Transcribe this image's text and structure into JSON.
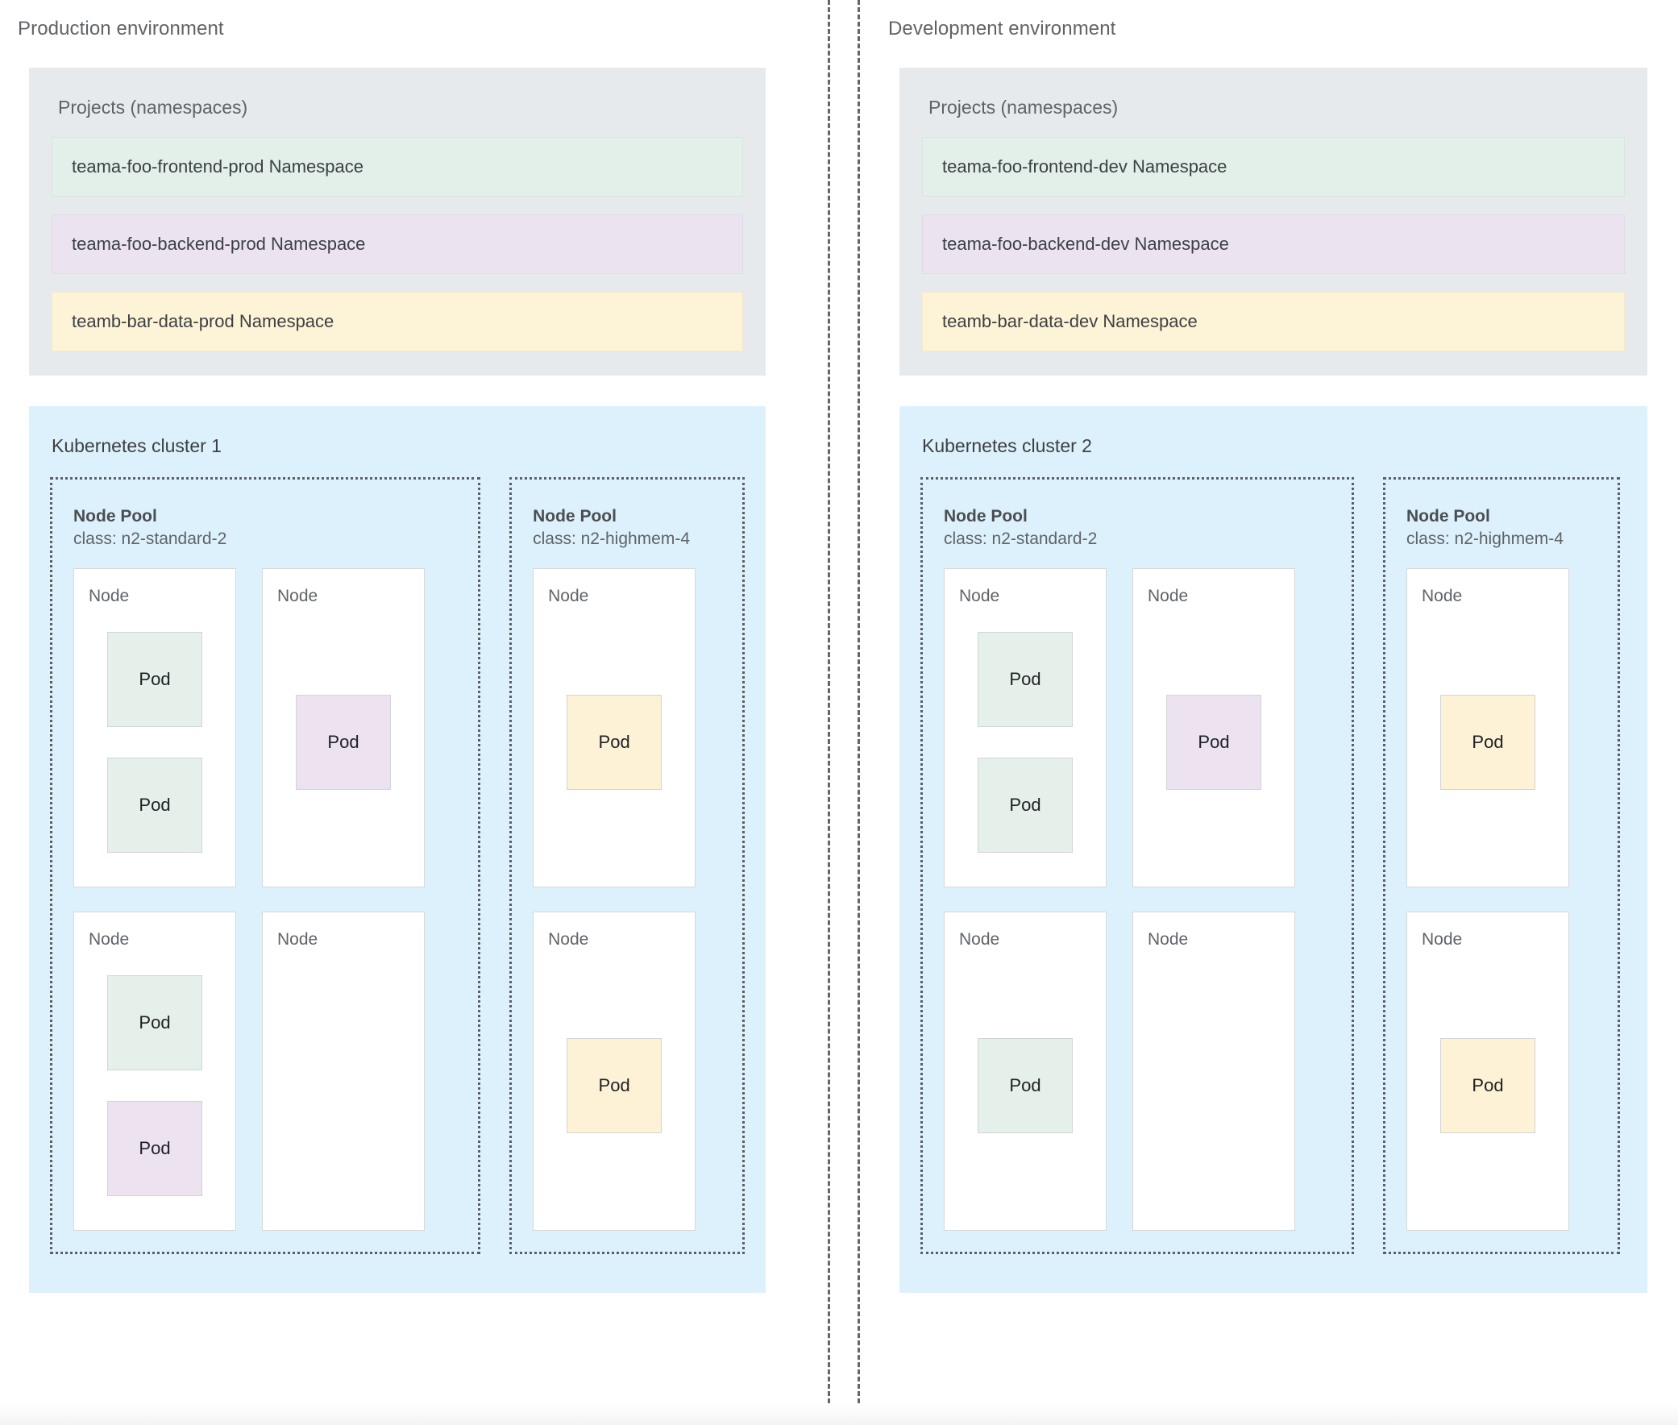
{
  "colors": {
    "cluster_bg": "#ddf1fc",
    "projects_bg": "#e6eaec",
    "namespace_green": "#e3efe9",
    "namespace_purple": "#ece3f1",
    "namespace_yellow": "#fdf3d7",
    "pod_green": "#e4f0e9",
    "pod_purple": "#ece2f0",
    "pod_yellow": "#fdf2d5",
    "divider": "#5a5f63",
    "text": "#5f6368"
  },
  "labels": {
    "node": "Node",
    "pod": "Pod",
    "pool_name": "Node Pool"
  },
  "environments": [
    {
      "id": "production",
      "title": "Production environment",
      "projects": {
        "title": "Projects (namespaces)",
        "namespaces": [
          {
            "label": "teama-foo-frontend-prod Namespace",
            "color": "green"
          },
          {
            "label": "teama-foo-backend-prod Namespace",
            "color": "purple"
          },
          {
            "label": "teamb-bar-data-prod Namespace",
            "color": "yellow"
          }
        ]
      },
      "cluster": {
        "title": "Kubernetes cluster 1",
        "node_pools": [
          {
            "name": "Node Pool",
            "class": "class: n2-standard-2",
            "width": "wide",
            "nodes": [
              {
                "label": "Node",
                "pods": [
                  {
                    "label": "Pod",
                    "color": "green"
                  },
                  {
                    "label": "Pod",
                    "color": "green"
                  }
                ]
              },
              {
                "label": "Node",
                "pods": [
                  {
                    "label": "Pod",
                    "color": "purple"
                  }
                ]
              },
              {
                "label": "Node",
                "pods": [
                  {
                    "label": "Pod",
                    "color": "green"
                  },
                  {
                    "label": "Pod",
                    "color": "purple"
                  }
                ]
              },
              {
                "label": "Node",
                "pods": []
              }
            ]
          },
          {
            "name": "Node Pool",
            "class": "class: n2-highmem-4",
            "width": "narrow",
            "nodes": [
              {
                "label": "Node",
                "pods": [
                  {
                    "label": "Pod",
                    "color": "yellow"
                  }
                ]
              },
              {
                "label": "Node",
                "pods": [
                  {
                    "label": "Pod",
                    "color": "yellow"
                  }
                ]
              }
            ]
          }
        ]
      }
    },
    {
      "id": "development",
      "title": "Development environment",
      "projects": {
        "title": "Projects (namespaces)",
        "namespaces": [
          {
            "label": "teama-foo-frontend-dev Namespace",
            "color": "green"
          },
          {
            "label": "teama-foo-backend-dev Namespace",
            "color": "purple"
          },
          {
            "label": "teamb-bar-data-dev Namespace",
            "color": "yellow"
          }
        ]
      },
      "cluster": {
        "title": "Kubernetes cluster 2",
        "node_pools": [
          {
            "name": "Node Pool",
            "class": "class: n2-standard-2",
            "width": "wide",
            "nodes": [
              {
                "label": "Node",
                "pods": [
                  {
                    "label": "Pod",
                    "color": "green"
                  },
                  {
                    "label": "Pod",
                    "color": "green"
                  }
                ]
              },
              {
                "label": "Node",
                "pods": [
                  {
                    "label": "Pod",
                    "color": "purple"
                  }
                ]
              },
              {
                "label": "Node",
                "pods": [
                  {
                    "label": "Pod",
                    "color": "green"
                  }
                ]
              },
              {
                "label": "Node",
                "pods": []
              }
            ]
          },
          {
            "name": "Node Pool",
            "class": "class: n2-highmem-4",
            "width": "narrow",
            "nodes": [
              {
                "label": "Node",
                "pods": [
                  {
                    "label": "Pod",
                    "color": "yellow"
                  }
                ]
              },
              {
                "label": "Node",
                "pods": [
                  {
                    "label": "Pod",
                    "color": "yellow"
                  }
                ]
              }
            ]
          }
        ]
      }
    }
  ]
}
